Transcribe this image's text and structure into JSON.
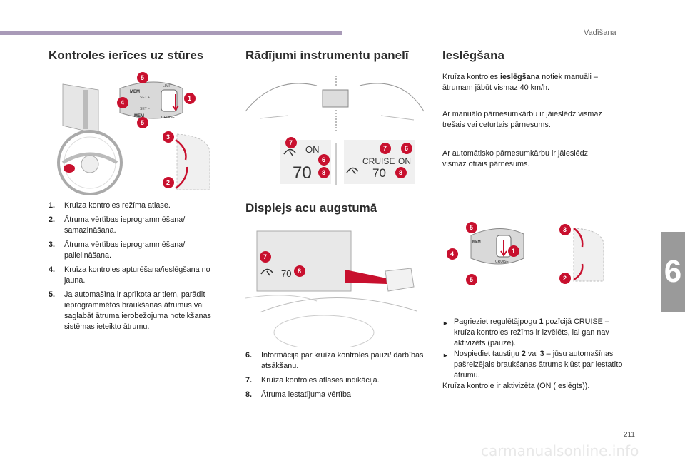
{
  "header": {
    "chapter_name": "Vadīšana"
  },
  "chapter_tab": "6",
  "page_number": "211",
  "watermark": "carmanualsonline.info",
  "col1": {
    "title": "Kontroles ierīces uz stūres",
    "items": [
      {
        "num": "1.",
        "text": "Kruīza kontroles režīma atlase."
      },
      {
        "num": "2.",
        "text": "Ātruma vērtības ieprogrammēšana/ samazināšana."
      },
      {
        "num": "3.",
        "text": "Ātruma vērtības ieprogrammēšana/ palielināšana."
      },
      {
        "num": "4.",
        "text": "Kruīza kontroles apturēšana/ieslēgšana no jauna."
      },
      {
        "num": "5.",
        "text": "Ja automašīna ir aprīkota ar tiem, parādīt ieprogrammētos braukšanas ātrumus vai saglabāt ātruma ierobežojuma noteikšanas sistēmas ieteikto ātrumu."
      }
    ]
  },
  "col2": {
    "title": "Rādījumi instrumentu panelī",
    "dash": {
      "on_label": "ON",
      "speed_left": "70",
      "cruise_label": "CRUISE",
      "on_label_right": "ON",
      "speed_right": "70"
    },
    "title2": "Displejs acu augstumā",
    "hud": {
      "speed": "70"
    },
    "items": [
      {
        "num": "6.",
        "text": "Informācija par kruīza kontroles pauzi/ darbības atsākšanu."
      },
      {
        "num": "7.",
        "text": "Kruīza kontroles atlases indikācija."
      },
      {
        "num": "8.",
        "text": "Ātruma iestatījuma vērtība."
      }
    ]
  },
  "col3": {
    "title": "Ieslēgšana",
    "p1_pre": "Kruīza kontroles ",
    "p1_bold": "ieslēgšana",
    "p1_post": " notiek manuāli – ātrumam jābūt vismaz 40 km/h.",
    "p2": "Ar manuālo pārnesumkārbu ir jāieslēdz vismaz trešais vai ceturtais pārnesums.",
    "p3": "Ar automātisko pārnesumkārbu ir jāieslēdz vismaz otrais pārnesums.",
    "b1_pre": "Pagrieziet regulētājpogu ",
    "b1_bold": "1",
    "b1_post": " pozīcijā CRUISE – kruīza kontroles režīms ir izvēlēts, lai gan nav aktivizēts (pauze).",
    "b2_pre": "Nospiediet taustiņu ",
    "b2_bold1": "2",
    "b2_mid": " vai ",
    "b2_bold2": "3",
    "b2_post": " – jūsu automašīnas pašreizējais braukšanas ātrums kļūst par iestatīto ātrumu.",
    "p4": "Kruīza kontrole ir aktivizēta (ON (Ieslēgts))."
  },
  "control_labels": {
    "mem": "MEM",
    "set_minus": "SET –",
    "set_plus": "SET +",
    "limit": "LIMIT",
    "cruise": "CRUISE"
  },
  "callouts": [
    "1",
    "2",
    "3",
    "4",
    "5",
    "6",
    "7",
    "8"
  ],
  "colors": {
    "accent_red": "#c8102e",
    "purple_bar": "#a99ab8",
    "tab_gray": "#9a9a9a"
  }
}
